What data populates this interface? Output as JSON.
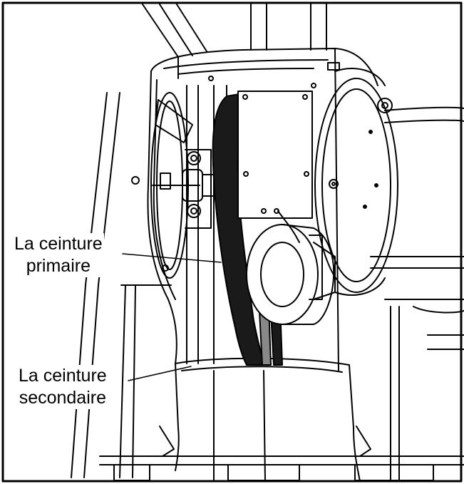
{
  "callouts": {
    "primary_belt": {
      "line1": "La ceinture",
      "line2": "primaire"
    },
    "secondary_belt": {
      "line1": "La ceinture",
      "line2": "secondaire"
    }
  },
  "colors": {
    "ink": "#000000",
    "belt": "#1a1a1a",
    "paper": "#ffffff"
  }
}
